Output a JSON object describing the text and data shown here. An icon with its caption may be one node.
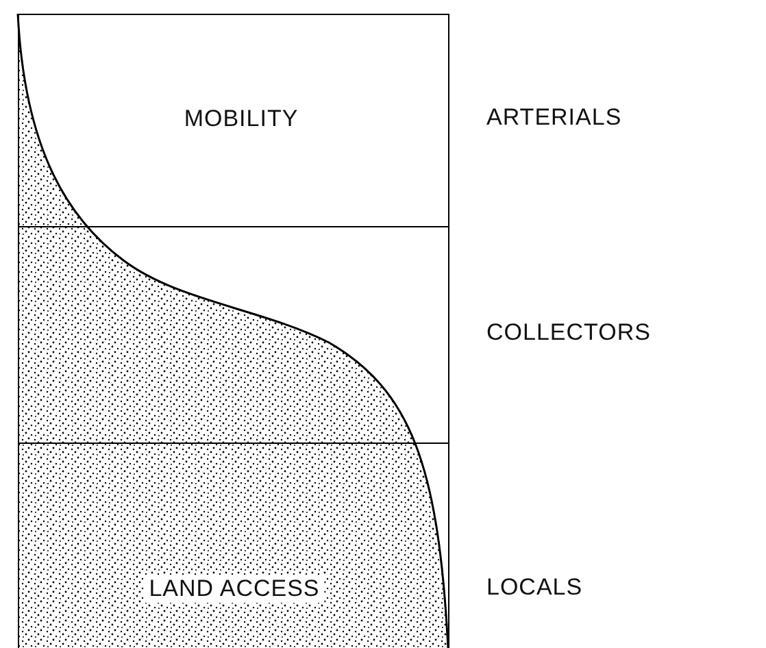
{
  "diagram": {
    "nodes": [
      {
        "text": [
          "MOBILITY"
        ],
        "beside": [
          "ARTERIALS"
        ]
      },
      {
        "text": [],
        "shape": "box",
        "beside": [
          "COLLECTORS"
        ]
      },
      {
        "text": [
          "LAND ACCESS"
        ],
        "beside": [
          "LOCALS"
        ]
      }
    ],
    "edges": []
  }
}
